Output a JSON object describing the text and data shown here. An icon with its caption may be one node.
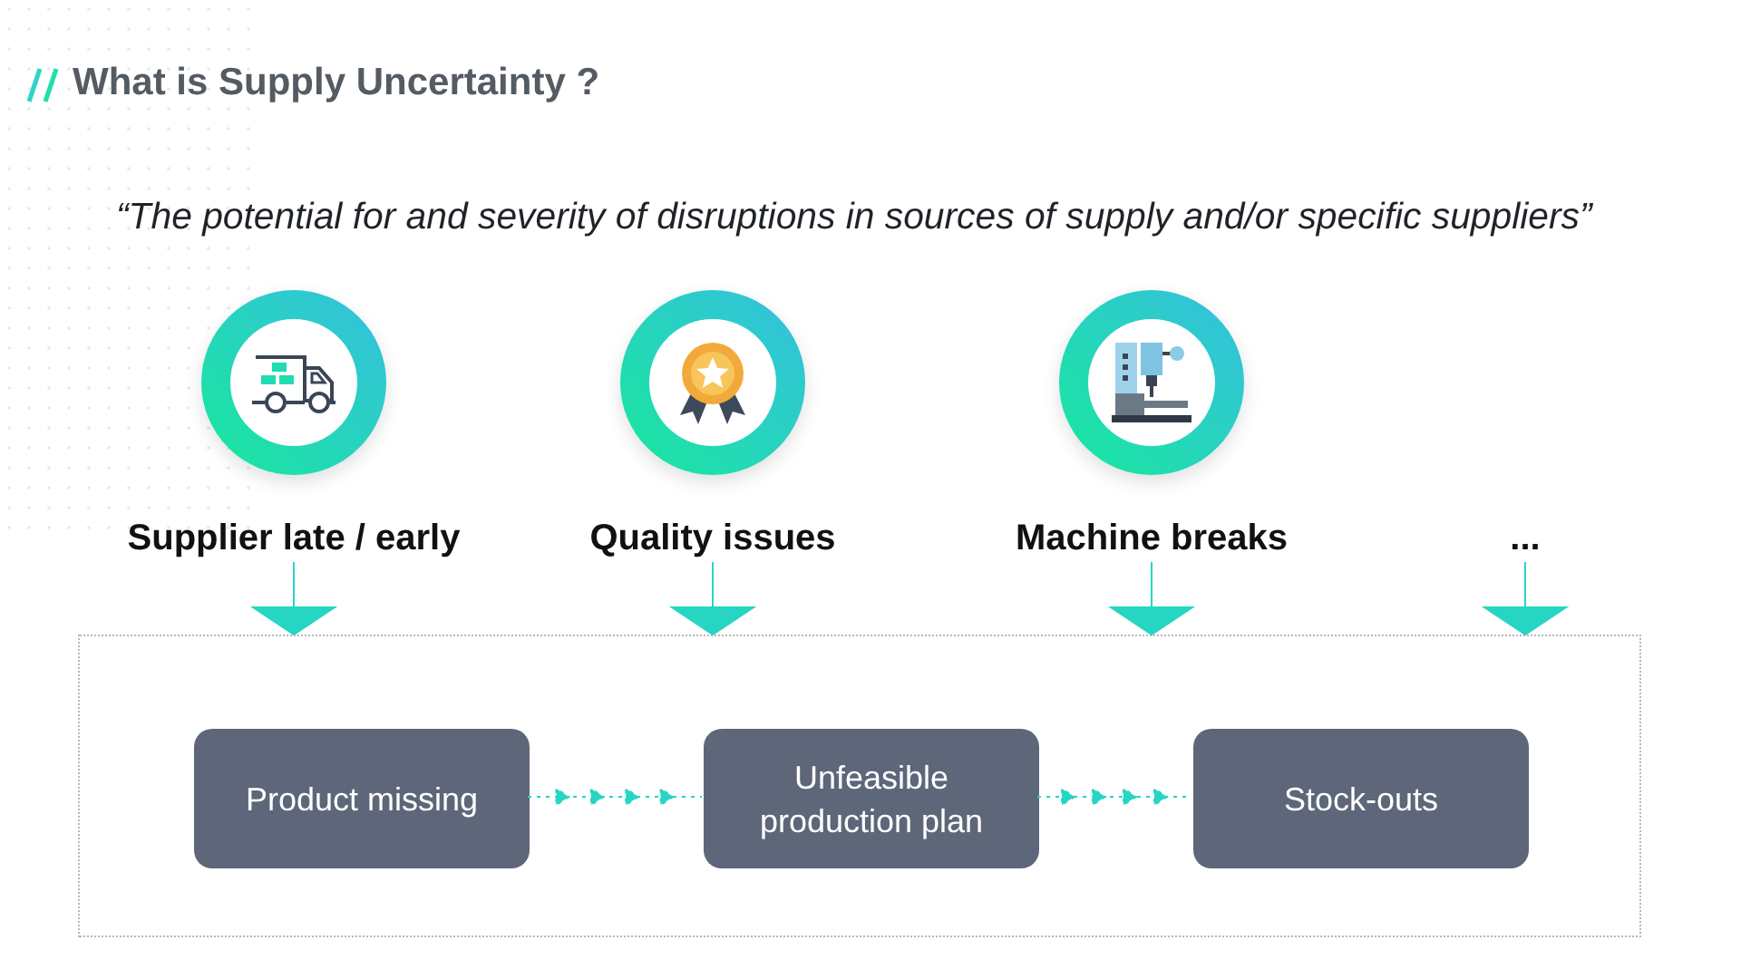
{
  "diagram": {
    "title": "What is Supply Uncertainty ?",
    "nodes": [
      {
        "text": [
          "Supplier late / early"
        ]
      },
      {
        "text": [
          "Quality issues"
        ]
      },
      {
        "text": [
          "Machine breaks"
        ]
      },
      {
        "text": [
          "..."
        ]
      },
      {
        "text": [],
        "shape": "box"
      },
      {
        "text": [
          "Product missing"
        ],
        "in": 4
      },
      {
        "text": [
          "Unfeasible production plan"
        ],
        "in": 4
      },
      {
        "text": [
          "Stock-outs"
        ],
        "in": 4
      }
    ],
    "edges": [
      {
        "from": 0,
        "to": 4,
        "arrow": "to"
      },
      {
        "from": 1,
        "to": 4,
        "arrow": "to"
      },
      {
        "from": 2,
        "to": 4,
        "arrow": "to"
      },
      {
        "from": 3,
        "to": 4,
        "arrow": "to"
      },
      {
        "from": 5,
        "to": 6,
        "arrow": "to",
        "style": "dashed"
      },
      {
        "from": 6,
        "to": 7,
        "arrow": "to",
        "style": "dashed"
      }
    ],
    "labels": [
      "“The potential for and severity of disruptions in sources of supply and/or specific suppliers”"
    ]
  }
}
